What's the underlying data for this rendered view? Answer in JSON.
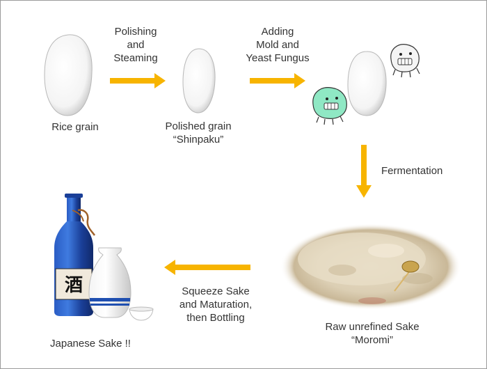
{
  "colors": {
    "arrow": "#f7b400",
    "grain_fill": "#ffffff",
    "grain_shadow": "#c9c9c9",
    "koji_green": "#8fe8c4",
    "koji_white": "#f4f4f4",
    "bottle_blue": "#1f4fb0",
    "moromi_cream": "#e9dfcc"
  },
  "steps": {
    "rice_grain": "Rice grain",
    "polished_grain": {
      "line1": "Polished grain",
      "line2": "“Shinpaku”"
    },
    "raw_sake": {
      "line1": "Raw unrefined Sake",
      "line2": "“Moromi”"
    },
    "japanese_sake": "Japanese Sake !!"
  },
  "processes": {
    "polishing": [
      "Polishing",
      "and",
      "Steaming"
    ],
    "adding": [
      "Adding",
      "Mold and",
      "Yeast Fungus"
    ],
    "fermentation": "Fermentation",
    "squeeze": [
      "Squeeze Sake",
      "and Maturation,",
      "then Bottling"
    ]
  },
  "icons": {
    "rice": "rice-grain-icon",
    "polished": "polished-grain-icon",
    "koji": "koji-mold-character-icon",
    "moromi": "moromi-vat-image",
    "bottle": "sake-bottle-icon",
    "tokkuri": "tokkuri-flask-icon",
    "choko": "choko-cup-icon",
    "arrow": "arrow-icon"
  },
  "bottle_label": "酒"
}
